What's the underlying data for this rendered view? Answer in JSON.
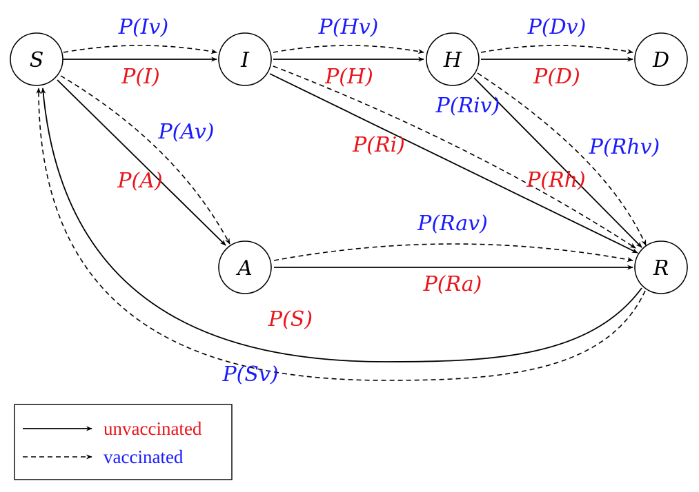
{
  "nodes": {
    "S": "S",
    "I": "I",
    "H": "H",
    "D": "D",
    "A": "A",
    "R": "R"
  },
  "labels": {
    "p_iv": "P(Iv)",
    "p_i": "P(I)",
    "p_hv": "P(Hv)",
    "p_h": "P(H)",
    "p_dv": "P(Dv)",
    "p_d": "P(D)",
    "p_riv": "P(Riv)",
    "p_ri": "P(Ri)",
    "p_rhv": "P(Rhv)",
    "p_rh": "P(Rh)",
    "p_av": "P(Av)",
    "p_a": "P(A)",
    "p_rav": "P(Rav)",
    "p_ra": "P(Ra)",
    "p_s": "P(S)",
    "p_sv": "P(Sv)"
  },
  "legend": {
    "unvaccinated": "unvaccinated",
    "vaccinated": "vaccinated"
  },
  "colors": {
    "unvaccinated": "#e8141a",
    "vaccinated": "#1a1aff"
  }
}
